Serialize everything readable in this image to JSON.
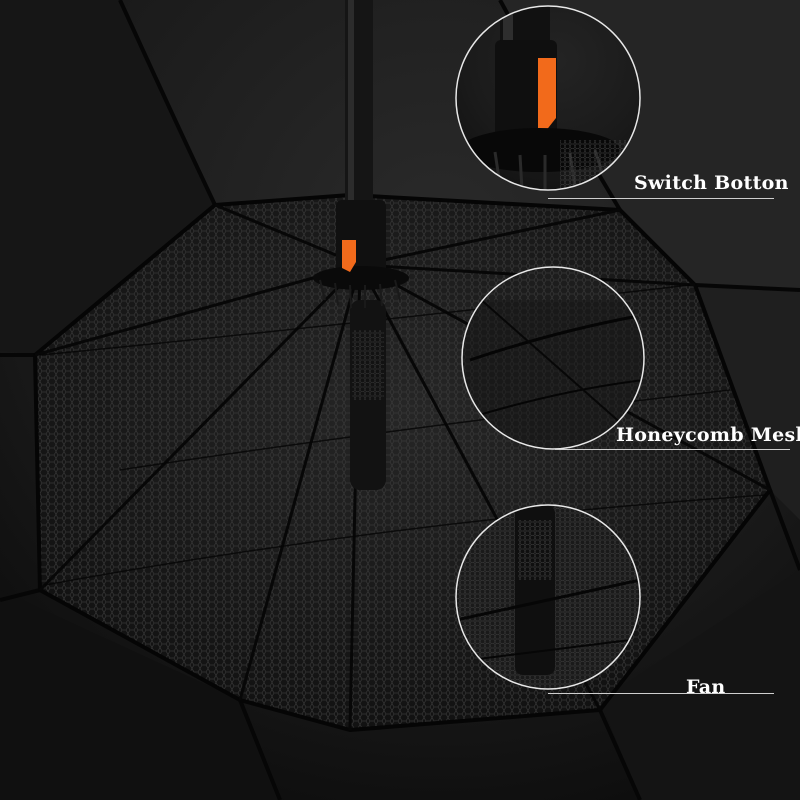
{
  "callouts": {
    "switch": {
      "label": "Switch Botton"
    },
    "mesh": {
      "label": "Honeycomb Mesh"
    },
    "fan": {
      "label": "Fan"
    }
  },
  "colors": {
    "canopy": "#1c1c1c",
    "canopy_dark": "#0e0e0e",
    "rib": "#050505",
    "switch_accent": "#f26a1b",
    "circle_stroke": "#e8e8e8",
    "label": "#ffffff"
  }
}
